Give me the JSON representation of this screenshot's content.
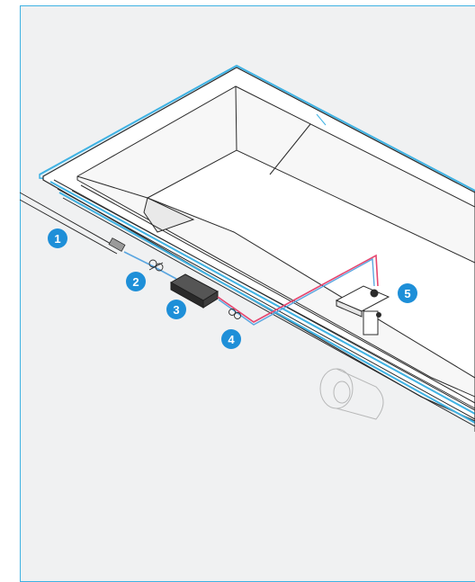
{
  "colors": {
    "background": "#f0f1f2",
    "border": "#3fb2e3",
    "outline": "#2b2b2b",
    "trim": "#3fb2e3",
    "cable_red": "#e5466f",
    "cable_blue": "#5aa6e0",
    "callout": "#1e8fd8"
  },
  "icons": {
    "cable": "cable-icon",
    "clip": "clip-icon",
    "driver": "driver-box-icon",
    "sensor": "sensor-icon",
    "spot": "spotlight-icon"
  },
  "callouts": [
    {
      "label": "1"
    },
    {
      "label": "2"
    },
    {
      "label": "3"
    },
    {
      "label": "4"
    },
    {
      "label": "5"
    }
  ]
}
